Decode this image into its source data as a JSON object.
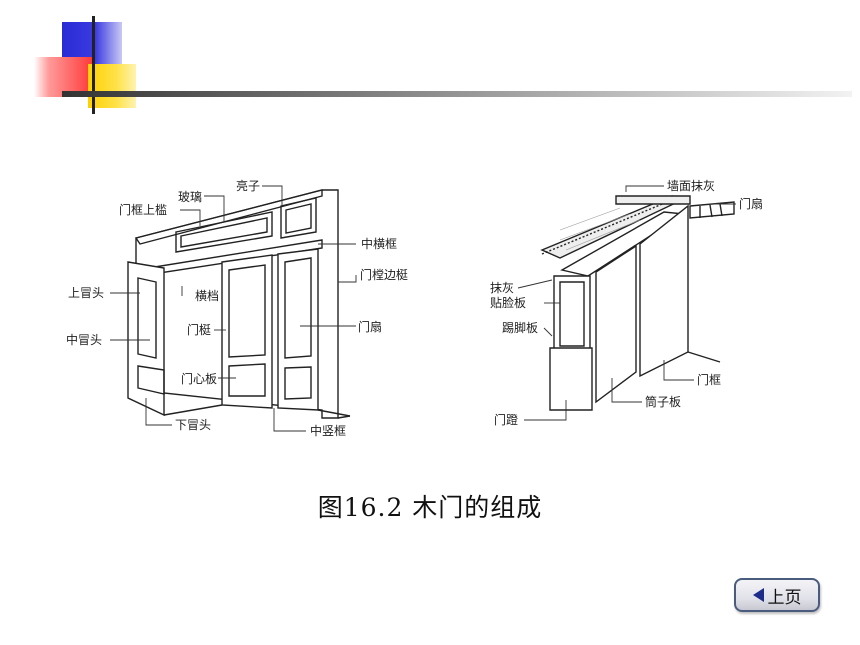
{
  "caption": "图16.2  木门的组成",
  "nav": {
    "prev_label": "上页",
    "prev_icon": "left-triangle-icon"
  },
  "left_labels": {
    "glass": "玻璃",
    "transom": "亮子",
    "frame_head": "门框上槛",
    "mid_rail_frame": "中横框",
    "jamb": "门樘边梃",
    "top_rail": "上冒头",
    "lock_rail_stop": "横档",
    "middle_rail": "中冒头",
    "door_stile": "门梃",
    "door_leaf": "门扇",
    "panel": "门心板",
    "bottom_rail": "下冒头",
    "mullion": "中竖框"
  },
  "right_labels": {
    "wall_plaster": "墙面抹灰",
    "door_leaf": "门扇",
    "plaster": "抹灰",
    "facing_board": "贴脸板",
    "skirting": "踢脚板",
    "door_frame": "门框",
    "lining_board": "筒子板",
    "door_step": "门蹬"
  },
  "colors": {
    "ink": "#222222",
    "accent_blue": "#2b2bd6",
    "accent_red": "#ff3a3a",
    "accent_yellow": "#ffd000",
    "button_border": "#4a5c7e"
  }
}
